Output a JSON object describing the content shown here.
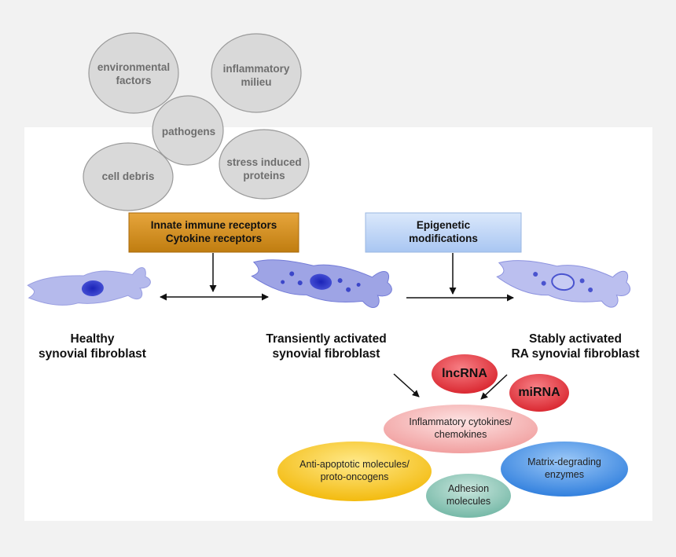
{
  "triggers": {
    "environmental": "environmental factors",
    "inflammatory": "inflammatory milieu",
    "pathogens": "pathogens",
    "stress": "stress induced proteins",
    "debris": "cell debris"
  },
  "boxes": {
    "receptors_line1": "Innate immune receptors",
    "receptors_line2": "Cytokine receptors",
    "epigenetic_line1": "Epigenetic",
    "epigenetic_line2": "modifications"
  },
  "cells": {
    "healthy_line1": "Healthy",
    "healthy_line2": "synovial fibroblast",
    "transient_line1": "Transiently activated",
    "transient_line2": "synovial fibroblast",
    "stable_line1": "Stably activated",
    "stable_line2": "RA synovial fibroblast"
  },
  "rna": {
    "lncrna": "lncRNA",
    "mirna": "miRNA"
  },
  "outputs": {
    "cytokines_line1": "Inflammatory cytokines/",
    "cytokines_line2": "chemokines",
    "antiapoptotic_line1": "Anti-apoptotic molecules/",
    "antiapoptotic_line2": "proto-oncogens",
    "matrix_line1": "Matrix-degrading",
    "matrix_line2": "enzymes",
    "adhesion_line1": "Adhesion",
    "adhesion_line2": "molecules"
  },
  "colors": {
    "trigger_fill": "#d9d9d9",
    "receptor_box": "#d4921c",
    "epigenetic_box": "#b9d3f7",
    "rna_red": "#e3323a",
    "cytokine_pink": "#f3a7a7",
    "antiapoptotic_yellow": "#f7c51a",
    "matrix_blue": "#3d8ee6",
    "adhesion_teal": "#7fbfae",
    "cell_blue": "#7f86d8",
    "nucleus": "#2430c8"
  }
}
